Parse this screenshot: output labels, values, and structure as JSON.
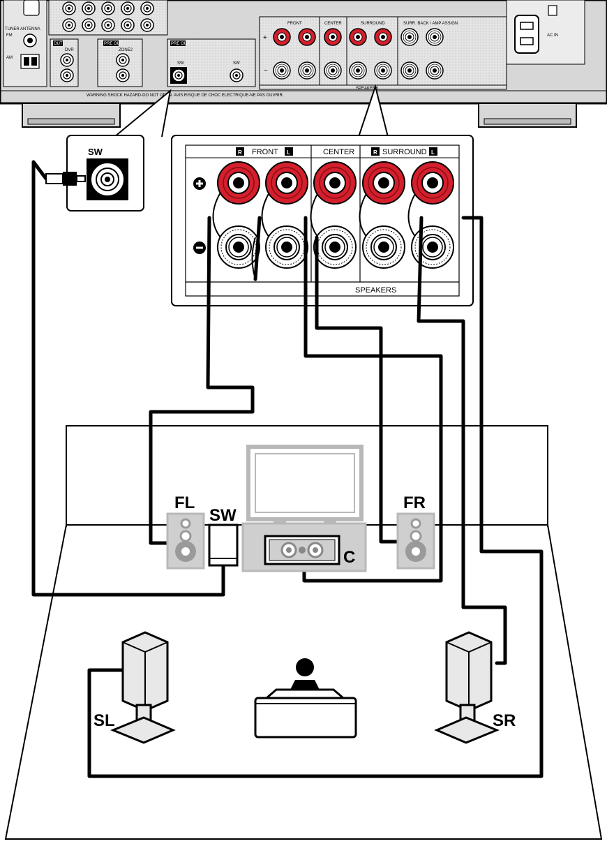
{
  "receiver": {
    "tuner_antenna": "TUNER ANTENNA",
    "fm": "FM",
    "am": "AM",
    "dvr": "DVR",
    "zone2": "ZONE2",
    "out": "OUT",
    "pre_out": "PRE OUT",
    "sw_small_1": "SW",
    "sw_small_2": "SW",
    "warning": "WARNING:SHOCK HAZARD-DO NOT OPEN.  AVIS:RISQUE DE CHOC ELECTRIQUE-NE PAS OUVRIR.",
    "front": "FRONT",
    "center": "CENTER",
    "surround": "SURROUND",
    "surr_back": "SURR. BACK / AMP ASSIGN",
    "speakers": "SPEAKERS",
    "ac_in": "AC IN"
  },
  "sw_callout": {
    "label": "SW"
  },
  "panel": {
    "badge_r": "R",
    "badge_l": "L",
    "front": "FRONT",
    "center": "CENTER",
    "surround": "SURROUND",
    "speakers": "SPEAKERS"
  },
  "speakers": {
    "fl": "FL",
    "sw": "SW",
    "fr": "FR",
    "c": "C",
    "sl": "SL",
    "sr": "SR"
  },
  "colors": {
    "terminal_red": "#d41f2c",
    "device_gray": "#cfcfcf",
    "room_gray": "#b8b8b8",
    "cable": "#000000"
  }
}
